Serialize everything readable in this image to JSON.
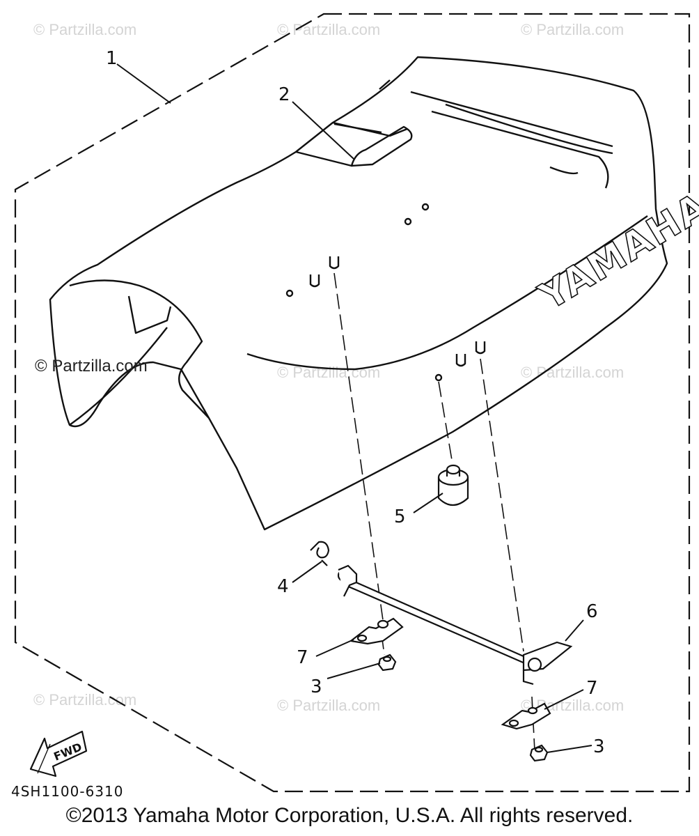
{
  "watermark": "© Partzilla.com",
  "diagram_code": "4SH1100-6310",
  "copyright": "©2013 Yamaha Motor Corporation, U.S.A. All rights reserved.",
  "brand_on_seat": "YAMAHA",
  "fwd_label": "FWD",
  "callouts": {
    "c1": "1",
    "c2": "2",
    "c3a": "3",
    "c3b": "3",
    "c4": "4",
    "c5": "5",
    "c6": "6",
    "c7a": "7",
    "c7b": "7"
  }
}
